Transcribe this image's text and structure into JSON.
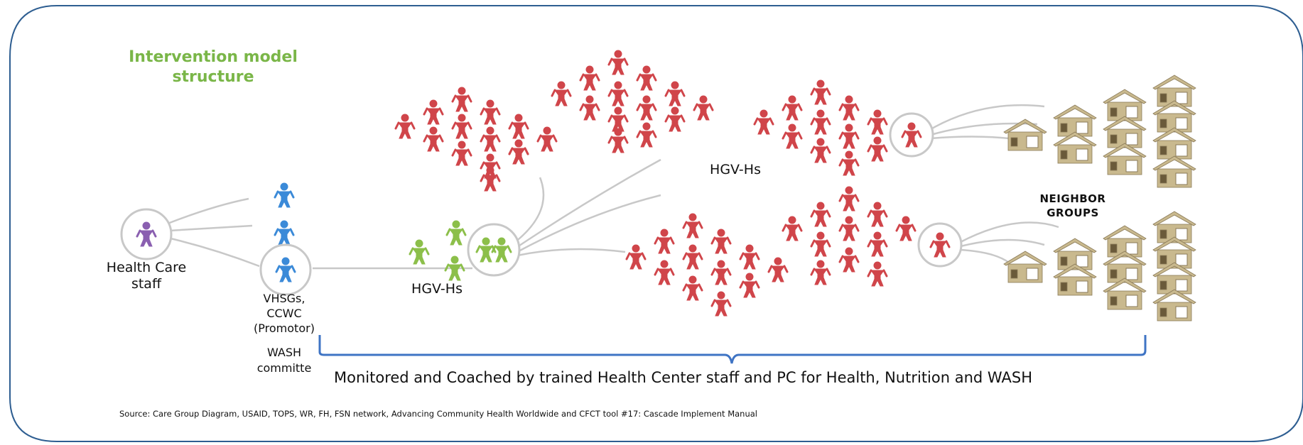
{
  "diagram": {
    "title_line1": "Intervention model",
    "title_line2": "structure",
    "health_care_staff_line1": "Health Care",
    "health_care_staff_line2": "staff",
    "vhsg_line1": "VHSGs,",
    "vhsg_line2": "CCWC",
    "vhsg_line3": "(Promotor)",
    "wash_line1": "WASH",
    "wash_line2": "committe",
    "hgvh_lower": "HGV-Hs",
    "hgvh_upper": "HGV-Hs",
    "neighbor_line1": "NEIGHBOR",
    "neighbor_line2": "GROUPS",
    "bracket_caption": "Monitored and Coached by trained Health Center staff and PC for Health, Nutrition and WASH",
    "source": "Source: Care Group Diagram, USAID, TOPS, WR, FH, FSN network, Advancing Community Health Worldwide and CFCT tool #17: Cascade Implement Manual"
  },
  "colors": {
    "border": "#2e5e91",
    "title": "#7ab648",
    "purple": "#8a5fb0",
    "blue": "#3b8ad8",
    "green": "#8cbf4a",
    "red": "#d0454a",
    "bracket": "#3f74c4",
    "line": "#c8c8c8",
    "roof": "#b4a680",
    "wall": "#c9b98e"
  }
}
